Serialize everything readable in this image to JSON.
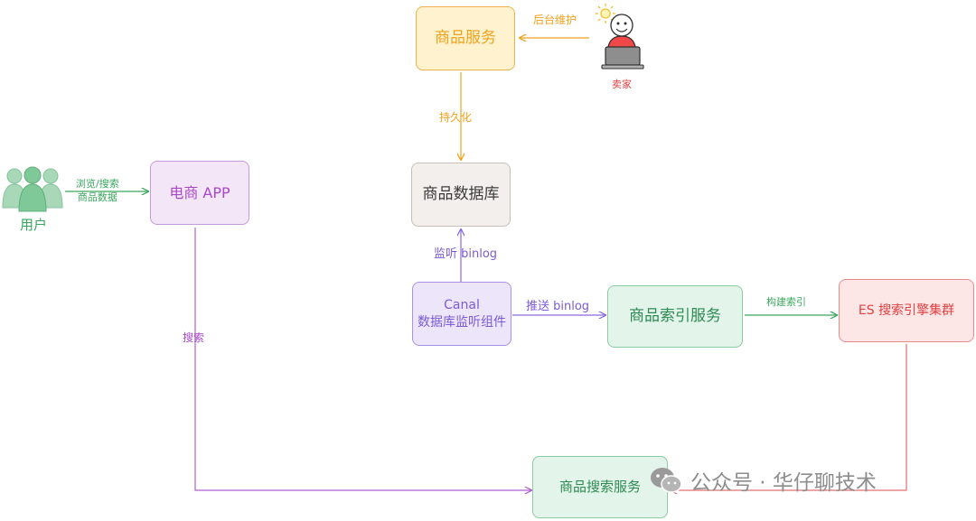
{
  "nodes": {
    "product_service": "商品服务",
    "product_db": "商品数据库",
    "app": "电商 APP",
    "canal_line1": "Canal",
    "canal_line2": "数据库监听组件",
    "index_service": "商品索引服务",
    "es_cluster": "ES 搜索引擎集群",
    "search_service": "商品搜索服务"
  },
  "actors": {
    "users": "用户",
    "seller": "卖家"
  },
  "edges": {
    "backend_maintain": "后台维护",
    "persist": "持久化",
    "browse_line1": "浏览/搜索",
    "browse_line2": "商品数据",
    "listen_binlog": "监听 binlog",
    "push_binlog": "推送 binlog",
    "build_index": "构建索引",
    "search": "搜索"
  },
  "watermark": "公众号 · 华仔聊技术",
  "colors": {
    "orange": "#f0a21c",
    "green": "#3aa65e",
    "purple": "#a848c8",
    "violet": "#7b5ad6",
    "red": "#e04040",
    "gray_text": "#3b3b3b"
  }
}
